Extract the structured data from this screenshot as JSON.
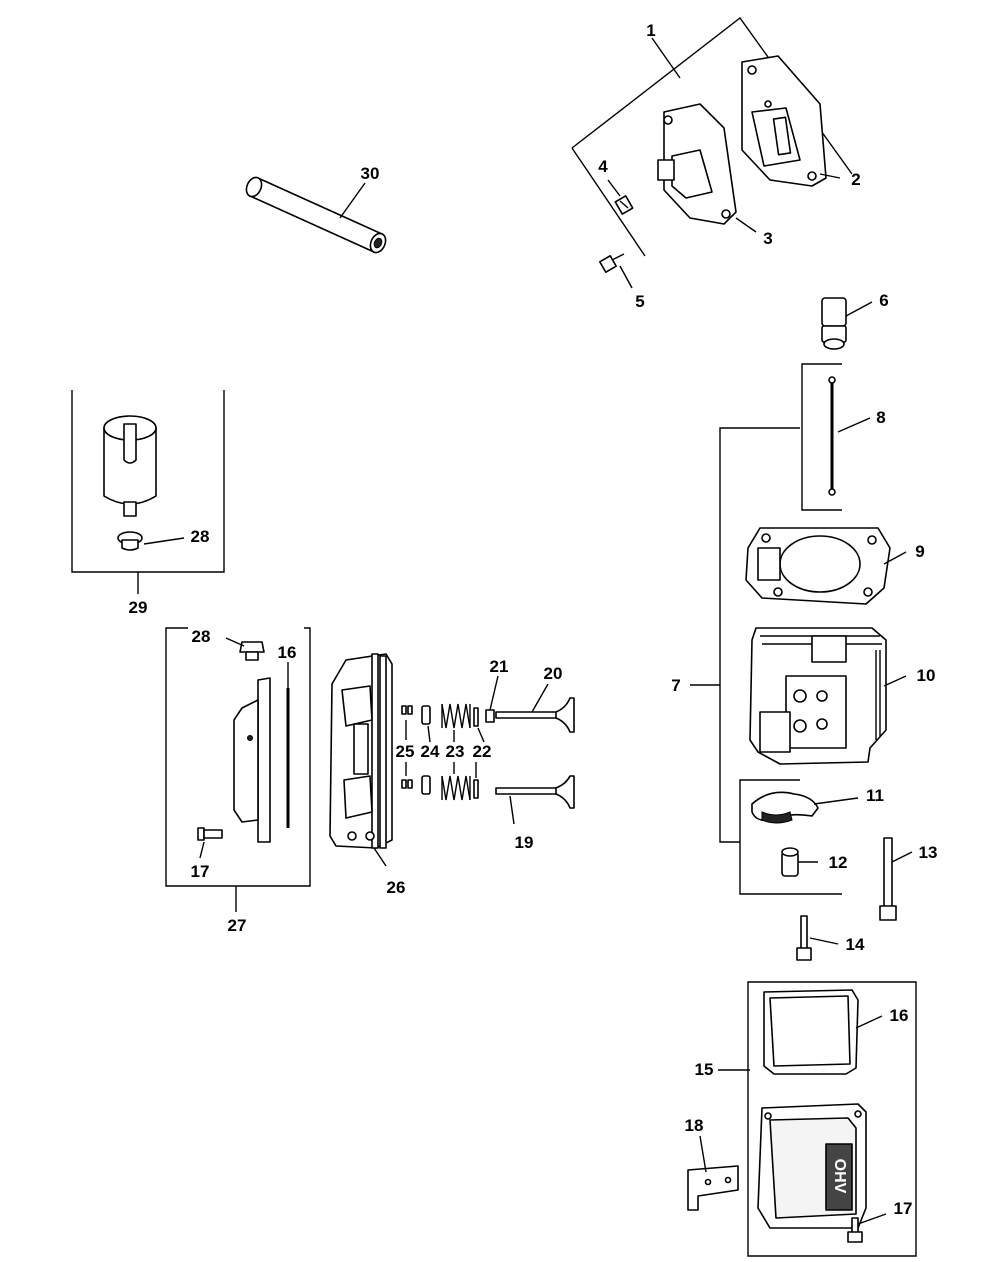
{
  "callouts": [
    {
      "id": "c1",
      "number": "1"
    },
    {
      "id": "c2",
      "number": "2"
    },
    {
      "id": "c3",
      "number": "3"
    },
    {
      "id": "c4",
      "number": "4"
    },
    {
      "id": "c5",
      "number": "5"
    },
    {
      "id": "c6",
      "number": "6"
    },
    {
      "id": "c7",
      "number": "7"
    },
    {
      "id": "c8",
      "number": "8"
    },
    {
      "id": "c9",
      "number": "9"
    },
    {
      "id": "c10",
      "number": "10"
    },
    {
      "id": "c11",
      "number": "11"
    },
    {
      "id": "c12",
      "number": "12"
    },
    {
      "id": "c13",
      "number": "13"
    },
    {
      "id": "c14",
      "number": "14"
    },
    {
      "id": "c15",
      "number": "15"
    },
    {
      "id": "c16a",
      "number": "16"
    },
    {
      "id": "c16b",
      "number": "16"
    },
    {
      "id": "c17a",
      "number": "17"
    },
    {
      "id": "c17b",
      "number": "17"
    },
    {
      "id": "c18",
      "number": "18"
    },
    {
      "id": "c19",
      "number": "19"
    },
    {
      "id": "c20",
      "number": "20"
    },
    {
      "id": "c21",
      "number": "21"
    },
    {
      "id": "c22",
      "number": "22"
    },
    {
      "id": "c23",
      "number": "23"
    },
    {
      "id": "c24",
      "number": "24"
    },
    {
      "id": "c25",
      "number": "25"
    },
    {
      "id": "c26",
      "number": "26"
    },
    {
      "id": "c27",
      "number": "27"
    },
    {
      "id": "c28a",
      "number": "28"
    },
    {
      "id": "c28b",
      "number": "28"
    },
    {
      "id": "c29",
      "number": "29"
    },
    {
      "id": "c30",
      "number": "30"
    }
  ],
  "valve_cover_text": "OHV"
}
